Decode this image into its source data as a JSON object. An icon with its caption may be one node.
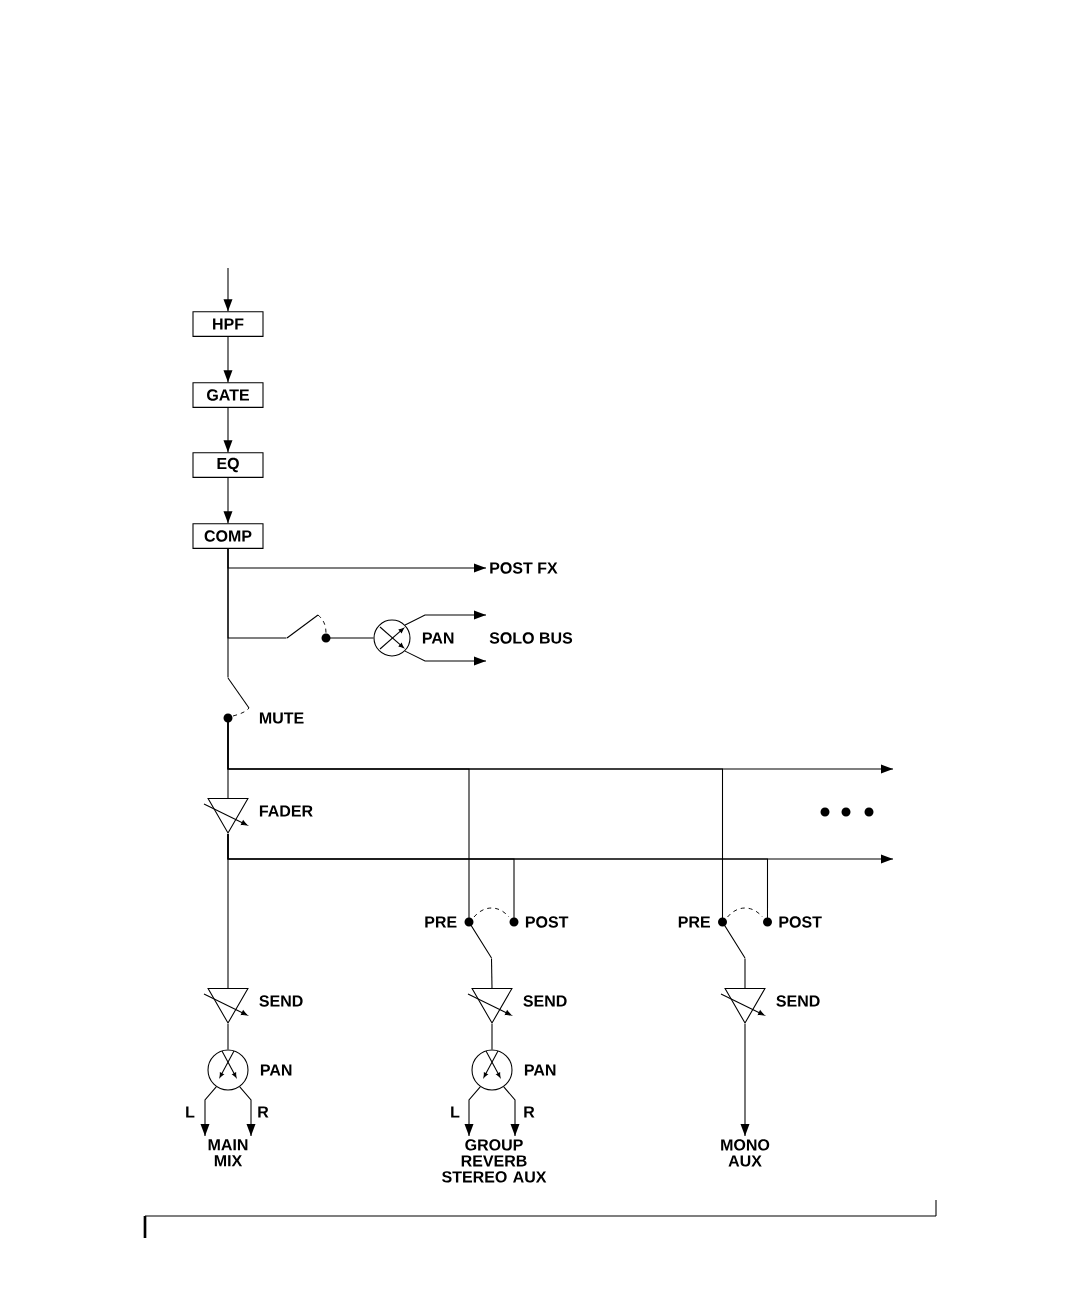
{
  "diagram": {
    "nodes": [
      {
        "text": [
          "HPF"
        ]
      },
      {
        "text": [
          "GATE"
        ]
      },
      {
        "text": [
          "EQ"
        ]
      },
      {
        "text": [
          "COMP"
        ]
      },
      {
        "text": [
          "POST FX"
        ]
      },
      {
        "text": [],
        "shape": "circle",
        "beside": [
          "PAN"
        ]
      },
      {
        "text": [
          "SOLO BUS"
        ]
      },
      {
        "text": [],
        "shape": "triangle",
        "beside": [
          "FADER"
        ]
      },
      {
        "text": [],
        "shape": "triangle",
        "beside": [
          "SEND"
        ]
      },
      {
        "text": [],
        "shape": "circle",
        "beside": [
          "PAN"
        ]
      },
      {
        "text": [
          "MAIN MIX"
        ]
      },
      {
        "text": [],
        "shape": "triangle",
        "beside": [
          "SEND"
        ]
      },
      {
        "text": [],
        "shape": "circle",
        "beside": [
          "PAN"
        ]
      },
      {
        "text": [
          "GROUP REVERB STEREO AUX"
        ]
      },
      {
        "text": [],
        "shape": "triangle",
        "beside": [
          "SEND"
        ]
      },
      {
        "text": [
          "MONO AUX"
        ]
      },
      {
        "text": [],
        "shape": "switch"
      },
      {
        "text": [],
        "shape": "switch",
        "beside": [
          "MUTE"
        ]
      },
      {
        "text": [],
        "shape": "switch",
        "beside": [
          "PRE",
          "POST"
        ]
      },
      {
        "text": [],
        "shape": "switch",
        "beside": [
          "PRE",
          "POST"
        ]
      }
    ],
    "edges": [
      {
        "from": null,
        "to": 0,
        "arrow": "to"
      },
      {
        "from": 0,
        "to": 1,
        "arrow": "to"
      },
      {
        "from": 1,
        "to": 2,
        "arrow": "to"
      },
      {
        "from": 2,
        "to": 3,
        "arrow": "to"
      },
      {
        "from": 3,
        "to": 4,
        "arrow": "to"
      },
      {
        "from": 3,
        "to": 16,
        "arrow": "none"
      },
      {
        "from": 16,
        "to": 5,
        "arrow": "none"
      },
      {
        "from": 5,
        "to": 6,
        "arrow": "to"
      },
      {
        "from": 5,
        "to": 6,
        "arrow": "to"
      },
      {
        "from": 3,
        "to": 17,
        "arrow": "none"
      },
      {
        "from": 17,
        "to": 7,
        "arrow": "none"
      },
      {
        "from": 17,
        "to": 18,
        "arrow": "none"
      },
      {
        "from": 17,
        "to": 19,
        "arrow": "none"
      },
      {
        "from": 17,
        "to": null,
        "arrow": "to"
      },
      {
        "from": 7,
        "to": 8,
        "arrow": "none"
      },
      {
        "from": 7,
        "to": 18,
        "arrow": "none"
      },
      {
        "from": 7,
        "to": 19,
        "arrow": "none"
      },
      {
        "from": 7,
        "to": null,
        "arrow": "to"
      },
      {
        "from": 18,
        "to": 11,
        "arrow": "none"
      },
      {
        "from": 19,
        "to": 14,
        "arrow": "none"
      },
      {
        "from": 8,
        "to": 9,
        "arrow": "none"
      },
      {
        "from": 9,
        "to": 10,
        "arrow": "to",
        "label": "L"
      },
      {
        "from": 9,
        "to": 10,
        "arrow": "to",
        "label": "R"
      },
      {
        "from": 11,
        "to": 12,
        "arrow": "none"
      },
      {
        "from": 12,
        "to": 13,
        "arrow": "to",
        "label": "L"
      },
      {
        "from": 12,
        "to": 13,
        "arrow": "to",
        "label": "R"
      },
      {
        "from": 14,
        "to": 15,
        "arrow": "to"
      }
    ]
  }
}
